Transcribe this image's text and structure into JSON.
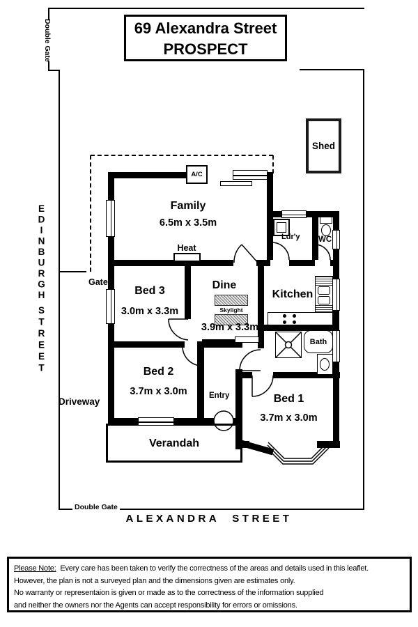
{
  "title": {
    "line1": "69 Alexandra Street",
    "line2": "PROSPECT"
  },
  "site": {
    "left_street_word1": "EDINBURGH",
    "left_street_word2": "STREET",
    "bottom_street": "ALEXANDRA  STREET",
    "top_left_gate": "Double Gate",
    "bottom_gate": "Double Gate",
    "side_gate": "Gate",
    "driveway": "Driveway",
    "shed": "Shed"
  },
  "rooms": {
    "family": {
      "name": "Family",
      "dims": "6.5m x 3.5m"
    },
    "bed3": {
      "name": "Bed 3",
      "dims": "3.0m x 3.3m"
    },
    "dine": {
      "name": "Dine",
      "dims": "3.9m x 3.3m"
    },
    "kitchen": {
      "name": "Kitchen"
    },
    "bed2": {
      "name": "Bed 2",
      "dims": "3.7m x 3.0m"
    },
    "bed1": {
      "name": "Bed 1",
      "dims": "3.7m x 3.0m"
    },
    "laundry": {
      "name": "Ldr'y"
    },
    "wc": {
      "name": "WC"
    },
    "bath": {
      "name": "Bath"
    },
    "entry": {
      "name": "Entry"
    },
    "verandah": {
      "name": "Verandah"
    }
  },
  "fixtures": {
    "ac": "A/C",
    "heat": "Heat",
    "skylight": "Skylight"
  },
  "disclaimer": {
    "lead": "Please Note:",
    "line1": "Every care has been taken to verify the correctness of the areas and details used in this leaflet.",
    "line2": "However, the plan is not a surveyed plan and the dimensions given are estimates only.",
    "line3": "No warranty or representaion is given or made as to the correctness of the information supplied",
    "line4": "and neither the owners nor the Agents can accept responsibility for errors or omissions."
  }
}
